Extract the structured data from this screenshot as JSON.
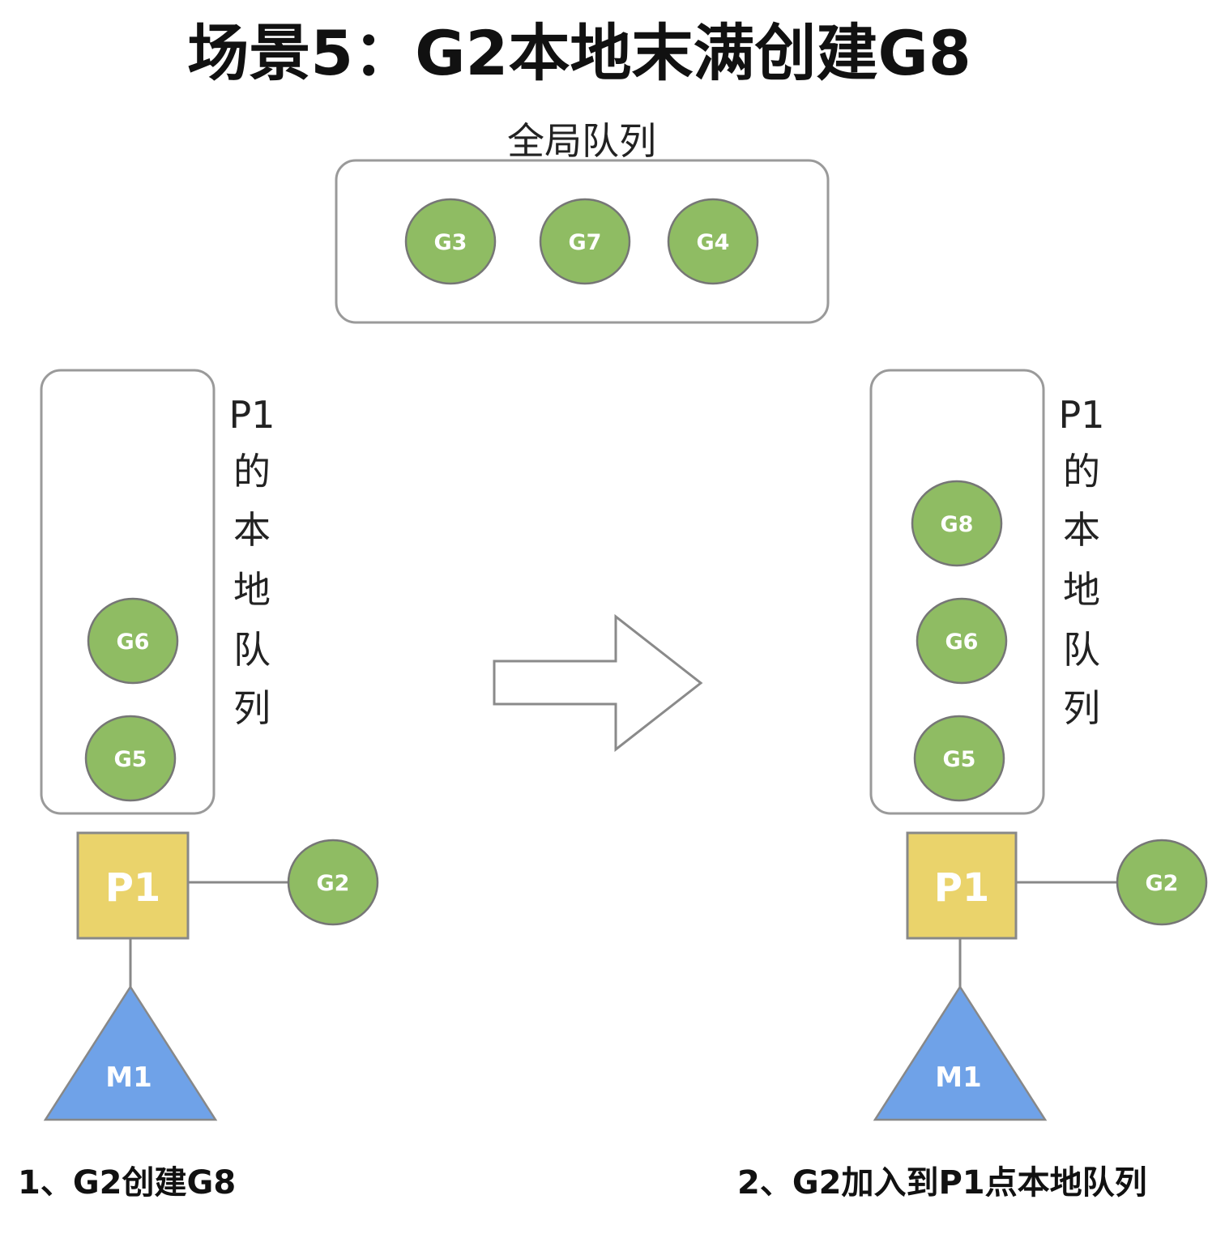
{
  "title": "场景5：G2本地末满创建G8",
  "global_queue": {
    "label": "全局队列",
    "items": [
      "G3",
      "G7",
      "G4"
    ]
  },
  "left": {
    "queue_label_chars": [
      "P1",
      "的",
      "本",
      "地",
      "队",
      "列"
    ],
    "queue_items": [
      "G6",
      "G5"
    ],
    "processor": "P1",
    "running": "G2",
    "machine": "M1",
    "caption": "1、G2创建G8"
  },
  "right": {
    "queue_label_chars": [
      "P1",
      "的",
      "本",
      "地",
      "队",
      "列"
    ],
    "queue_items": [
      "G8",
      "G6",
      "G5"
    ],
    "processor": "P1",
    "running": "G2",
    "machine": "M1",
    "caption": "2、G2加入到P1点本地队列"
  },
  "colors": {
    "goroutine": "#8fbc63",
    "processor": "#ead36b",
    "machine": "#6fa2e8",
    "border": "#9a9a9a"
  }
}
